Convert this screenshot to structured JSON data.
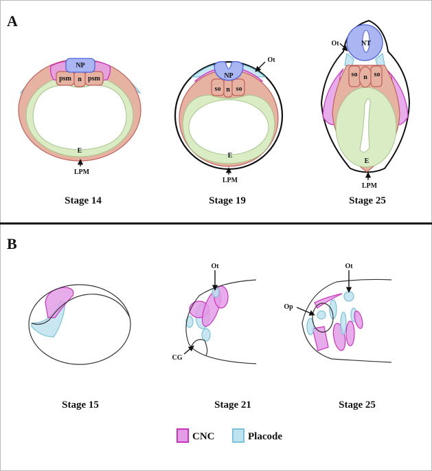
{
  "panels": {
    "A": {
      "label": "A",
      "stages": [
        {
          "title": "Stage 14",
          "labels": {
            "np": "NP",
            "psm_left": "psm",
            "n": "n",
            "psm_right": "psm",
            "e": "E",
            "lpm": "LPM"
          }
        },
        {
          "title": "Stage 19",
          "labels": {
            "np": "NP",
            "so_left": "so",
            "n": "n",
            "so_right": "so",
            "e": "E",
            "lpm": "LPM",
            "ot": "Ot"
          }
        },
        {
          "title": "Stage 25",
          "labels": {
            "nt": "NT",
            "ot": "Ot",
            "so_left": "so",
            "n": "n",
            "so_right": "so",
            "e": "E",
            "lpm": "LPM"
          }
        }
      ]
    },
    "B": {
      "label": "B",
      "stages": [
        {
          "title": "Stage 15"
        },
        {
          "title": "Stage 21",
          "labels": {
            "ot": "Ot",
            "cg": "CG"
          }
        },
        {
          "title": "Stage 25",
          "labels": {
            "ot": "Ot",
            "op": "Op"
          }
        }
      ]
    }
  },
  "legend": [
    {
      "label": "CNC",
      "color": "#e39de6",
      "border": "#cc30c0"
    },
    {
      "label": "Placode",
      "color": "#bfe3ee",
      "border": "#78c2da"
    }
  ]
}
